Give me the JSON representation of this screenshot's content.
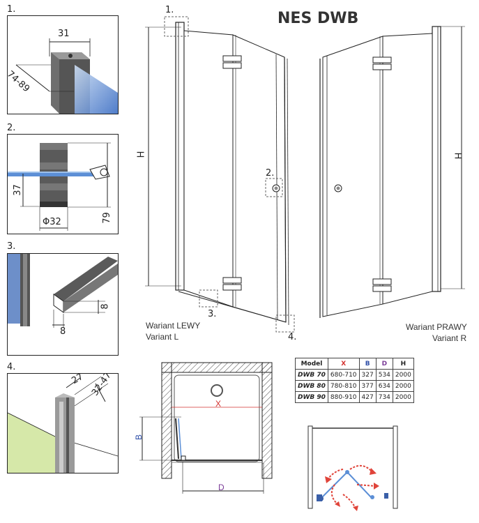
{
  "title": "NES DWB",
  "details": [
    {
      "number": "1.",
      "dims": [
        "31",
        "74-89"
      ]
    },
    {
      "number": "2.",
      "dims": [
        "37",
        "Φ32",
        "79"
      ]
    },
    {
      "number": "3.",
      "dims": [
        "8",
        "8"
      ]
    },
    {
      "number": "4.",
      "dims": [
        "27",
        "32-47"
      ]
    }
  ],
  "left_door": {
    "height_label": "H",
    "callouts": [
      "1.",
      "2.",
      "3.",
      "4."
    ],
    "variant_pl": "Wariant LEWY",
    "variant_en": "Variant L"
  },
  "right_door": {
    "height_label": "H",
    "variant_pl": "Wariant PRAWY",
    "variant_en": "Variant R"
  },
  "plan": {
    "x_label": "X",
    "b_label": "B",
    "d_label": "D"
  },
  "table": {
    "headers": [
      "Model",
      "X",
      "B",
      "D",
      "H"
    ],
    "rows": [
      [
        "DWB 70",
        "680-710",
        "327",
        "534",
        "2000"
      ],
      [
        "DWB 80",
        "780-810",
        "377",
        "634",
        "2000"
      ],
      [
        "DWB 90",
        "880-910",
        "427",
        "734",
        "2000"
      ]
    ]
  },
  "colors": {
    "x": "#d3322f",
    "b": "#2f4fa8",
    "d": "#7a3b97",
    "arrows": "#e0443a",
    "glass": "#5c8fd6"
  }
}
